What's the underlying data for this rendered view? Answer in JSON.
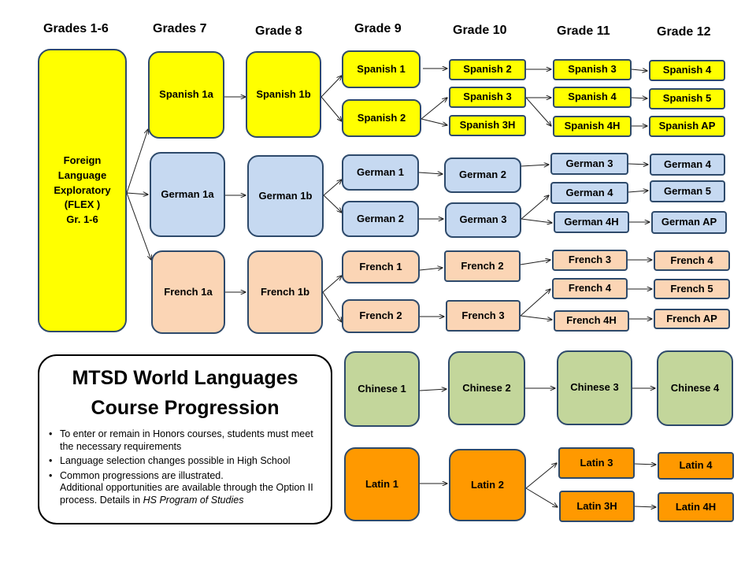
{
  "grades": [
    "Grades 1-6",
    "Grades 7",
    "Grade 8",
    "Grade 9",
    "Grade 10",
    "Grade 11",
    "Grade 12"
  ],
  "flex": [
    "Foreign",
    "Language",
    "Exploratory",
    "(FLEX )",
    "Gr. 1-6"
  ],
  "spanish": {
    "s1a": "Spanish 1a",
    "s1b": "Spanish 1b",
    "s1": "Spanish 1",
    "s2": "Spanish 2",
    "g10a": "Spanish 2",
    "g10b": "Spanish 3",
    "g10c": "Spanish 3H",
    "g11a": "Spanish 3",
    "g11b": "Spanish 4",
    "g11c": "Spanish 4H",
    "g12a": "Spanish 4",
    "g12b": "Spanish 5",
    "g12c": "Spanish AP"
  },
  "german": {
    "g1a": "German 1a",
    "g1b": "German 1b",
    "g1": "German 1",
    "g2": "German 2",
    "g10a": "German 2",
    "g10b": "German 3",
    "g11a": "German 3",
    "g11b": "German 4",
    "g11c": "German 4H",
    "g12a": "German 4",
    "g12b": "German 5",
    "g12c": "German AP"
  },
  "french": {
    "f1a": "French 1a",
    "f1b": "French 1b",
    "f1": "French 1",
    "f2": "French 2",
    "g10a": "French 2",
    "g10b": "French 3",
    "g11a": "French 3",
    "g11b": "French 4",
    "g11c": "French 4H",
    "g12a": "French 4",
    "g12b": "French 5",
    "g12c": "French AP"
  },
  "chinese": {
    "c1": "Chinese 1",
    "c2": "Chinese 2",
    "c3": "Chinese 3",
    "c4": "Chinese 4"
  },
  "latin": {
    "l1": "Latin 1",
    "l2": "Latin 2",
    "l3": "Latin 3",
    "l3h": "Latin 3H",
    "l4": "Latin  4",
    "l4h": "Latin 4H"
  },
  "info": {
    "title1": "MTSD World Languages",
    "title2": "Course Progression",
    "b1": "To enter or remain in Honors  courses, students must meet the necessary requirements",
    "b2": "Language selection changes possible in High School",
    "b3": "Common  progressions are illustrated.",
    "b3b": "Additional opportunities  are available through the Option II process.  Details in ",
    "b3c": "HS Program  of Studies"
  },
  "colors": {
    "yellow": "#ffff00",
    "blue": "#c6d9f1",
    "peach": "#fbd5b5",
    "green": "#c3d69b",
    "orange": "#ff9900",
    "border": "#2e4a6b"
  }
}
